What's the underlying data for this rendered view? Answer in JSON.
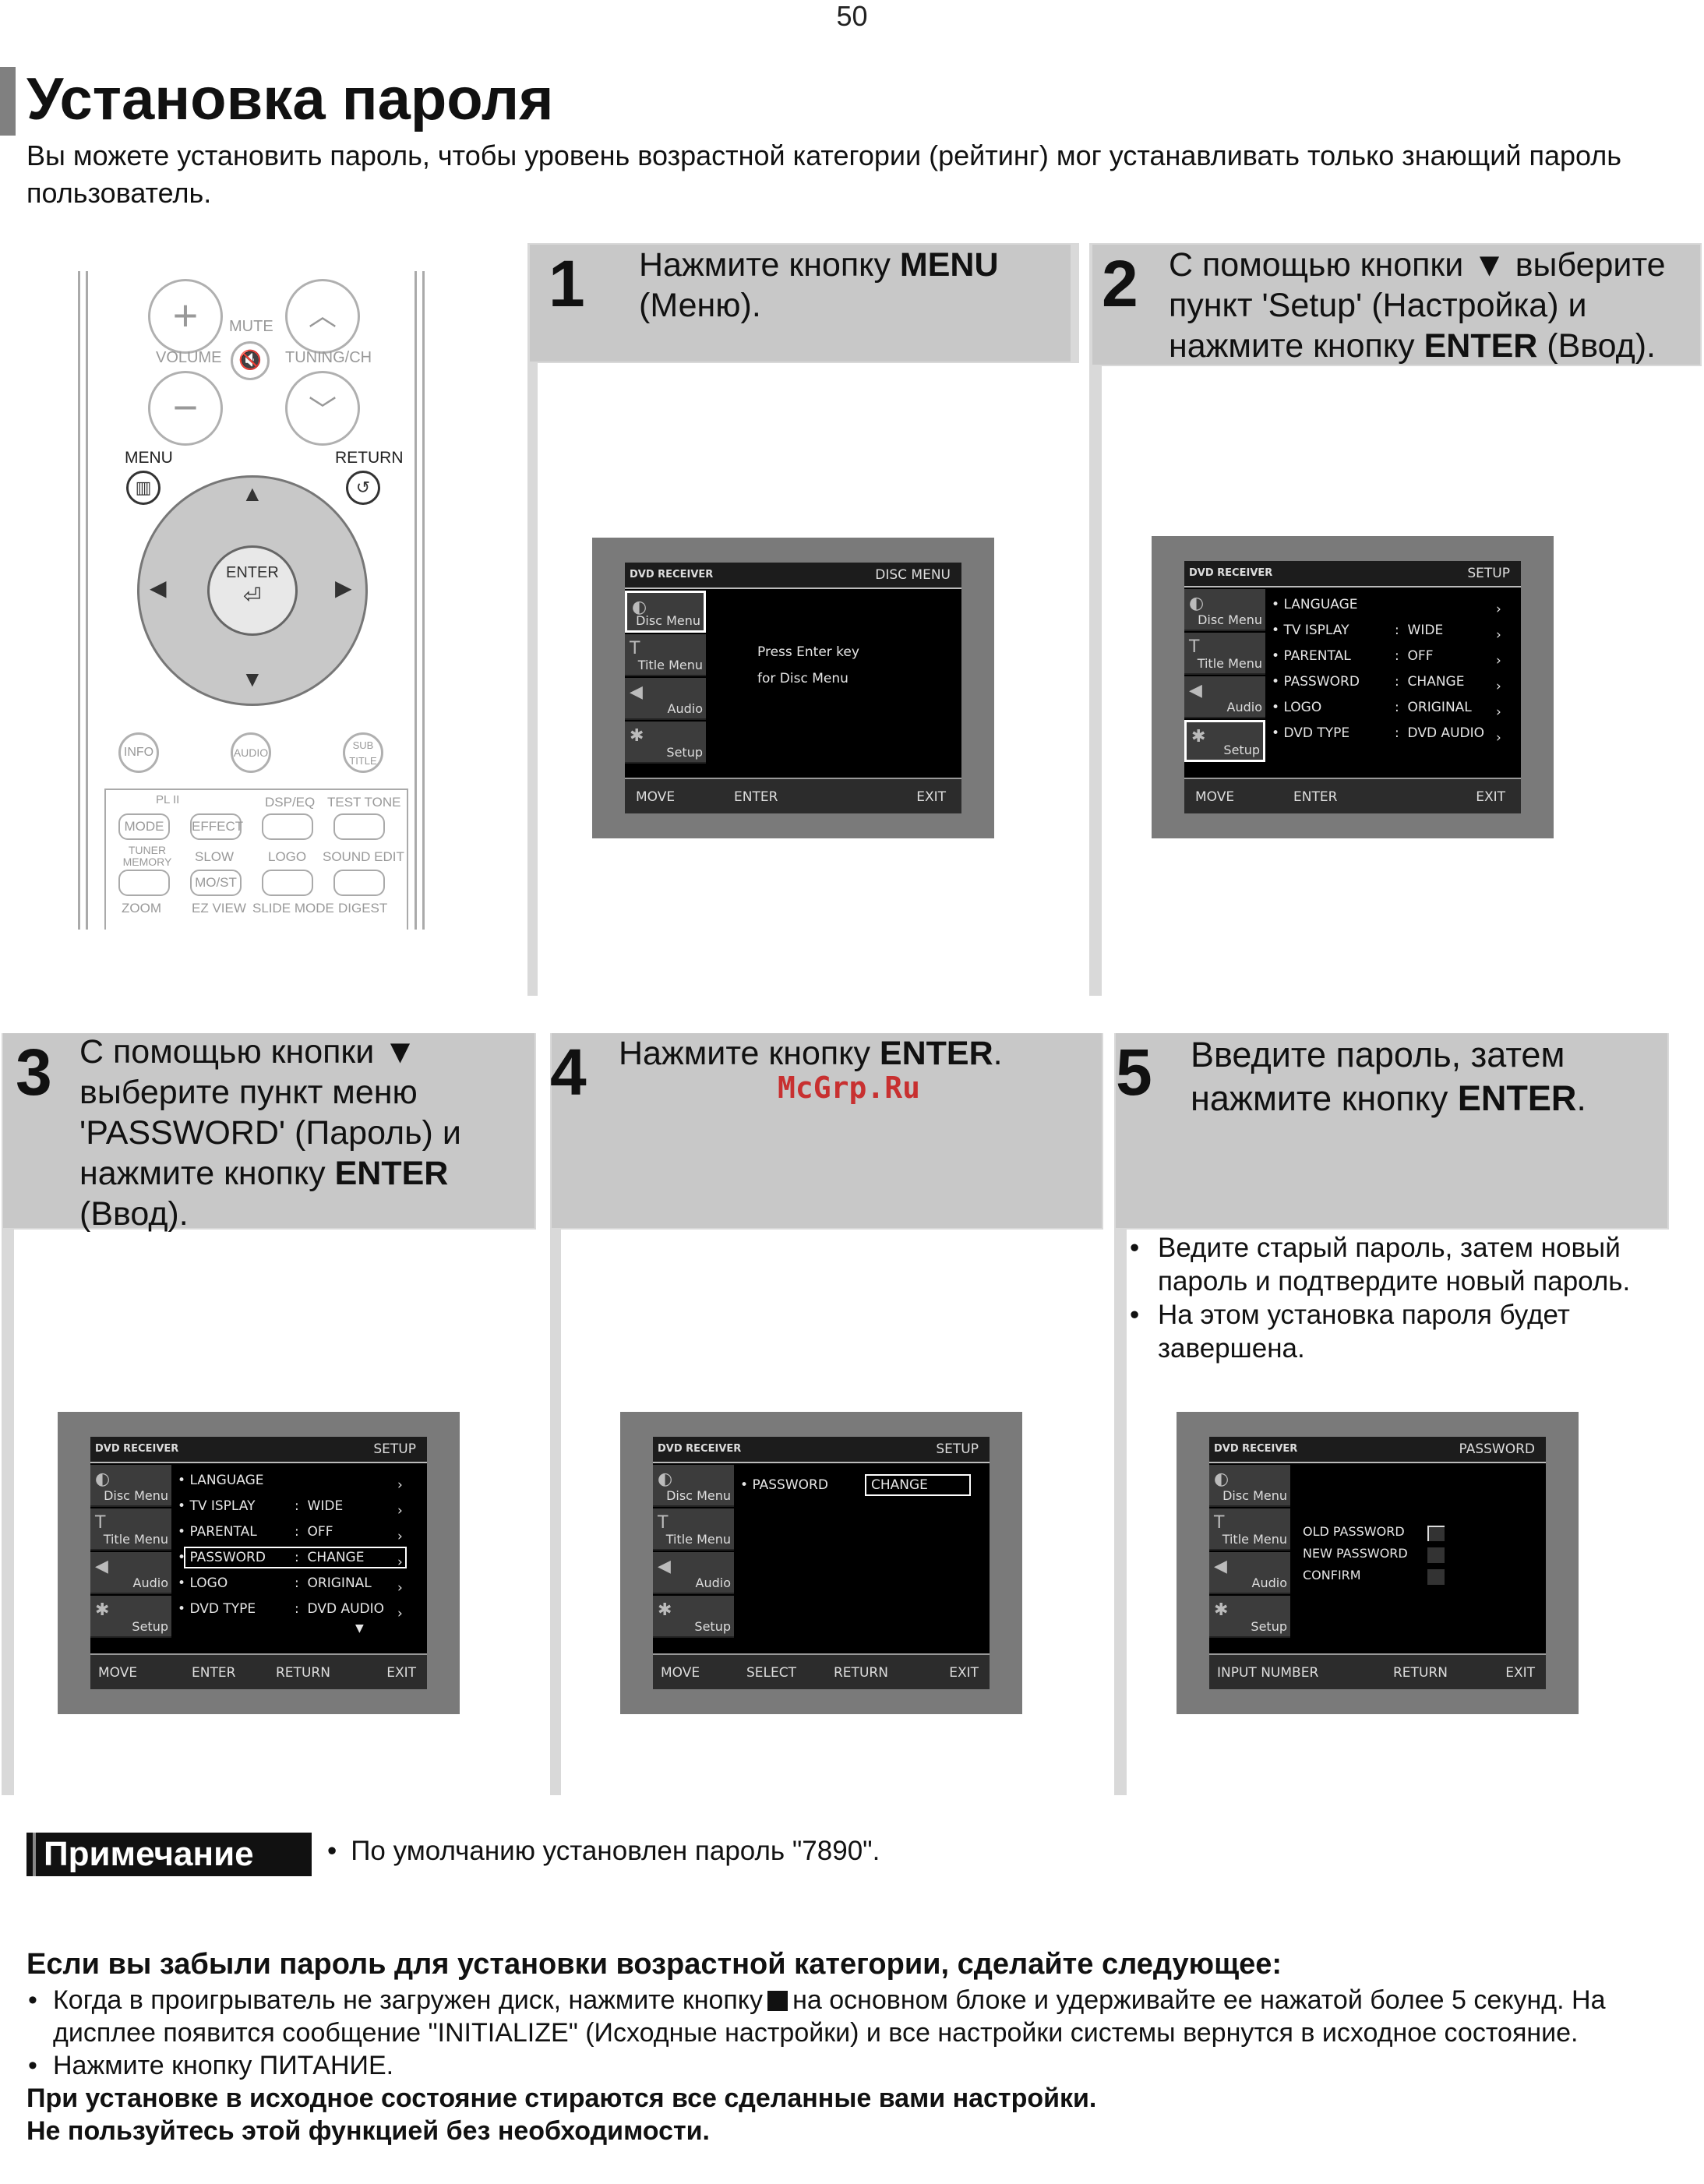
{
  "page_number": "50",
  "title": "Установка пароля",
  "intro": "Вы можете установить пароль, чтобы уровень возрастной категории (рейтинг) мог устанавливать только знающий пароль пользователь.",
  "steps": [
    {
      "num": "1",
      "pre": "Нажмите кнопку ",
      "bold": "MENU",
      "post": " (Меню)."
    },
    {
      "num": "2",
      "pre": "С помощью кнопки ▼ выберите пункт 'Setup' (Настройка) и нажмите кнопку ",
      "bold": "ENTER",
      "post": " (Ввод)."
    },
    {
      "num": "3",
      "pre": "С помощью кнопки ▼ выберите пункт меню 'PASSWORD' (Пароль) и нажмите кнопку ",
      "bold": "ENTER",
      "post": " (Ввод)."
    },
    {
      "num": "4",
      "pre": "Нажмите кнопку ",
      "bold": "ENTER",
      "post": "."
    },
    {
      "num": "5",
      "pre": "Введите пароль, затем нажмите кнопку ",
      "bold": "ENTER",
      "post": "."
    }
  ],
  "step5_bullets": [
    "Ведите старый пароль, затем новый пароль и подтвердите новый пароль.",
    "На этом установка пароля будет завершена."
  ],
  "watermark": "McGrp.Ru",
  "osd": {
    "brand": "DVD RECEIVER",
    "side": [
      "Disc Menu",
      "Title Menu",
      "Audio",
      "Setup"
    ],
    "screen1": {
      "title": "DISC MENU",
      "line1": "Press Enter key",
      "line2": "for Disc Menu",
      "bottom": [
        "MOVE",
        "ENTER",
        "EXIT"
      ]
    },
    "setup_title": "SETUP",
    "setup_rows": [
      {
        "name": "LANGUAGE",
        "value": ""
      },
      {
        "name": "TV  ISPLAY",
        "value": "WIDE"
      },
      {
        "name": "PARENTAL",
        "value": "OFF"
      },
      {
        "name": "PASSWORD",
        "value": "CHANGE"
      },
      {
        "name": "LOGO",
        "value": "ORIGINAL"
      },
      {
        "name": "DVD TYPE",
        "value": "DVD AUDIO"
      }
    ],
    "bottom2": [
      "MOVE",
      "ENTER",
      "EXIT"
    ],
    "bottom3": [
      "MOVE",
      "ENTER",
      "RETURN",
      "EXIT"
    ],
    "screen4": {
      "row": "PASSWORD",
      "value": "CHANGE",
      "bottom": [
        "MOVE",
        "SELECT",
        "RETURN",
        "EXIT"
      ]
    },
    "screen5": {
      "title": "PASSWORD",
      "rows": [
        "OLD PASSWORD",
        "NEW PASSWORD",
        "CONFIRM"
      ],
      "bottom": [
        "INPUT NUMBER",
        "RETURN",
        "EXIT"
      ]
    }
  },
  "remote": {
    "mute": "MUTE",
    "volume": "VOLUME",
    "tuning": "TUNING/CH",
    "menu": "MENU",
    "return": "RETURN",
    "enter": "ENTER",
    "info": "INFO",
    "audio": "AUDIO",
    "sub": "SUB TITLE",
    "pl2": "PL II",
    "row1": [
      "MODE",
      "EFFECT",
      "DSP/EQ",
      "TEST TONE"
    ],
    "row2": [
      "TUNER MEMORY",
      "SLOW",
      "LOGO",
      "SOUND EDIT"
    ],
    "mo_st": "MO/ST",
    "row3": [
      "ZOOM",
      "EZ VIEW",
      "SLIDE MODE",
      "DIGEST"
    ]
  },
  "note": {
    "badge": "Примечание",
    "text": "По умолчанию установлен пароль \"7890\"."
  },
  "forgot": {
    "title": "Если вы забыли пароль для установки возрастной категории, сделайте следующее:",
    "b1_pre": "Когда в проигрыватель не загружен диск, нажмите кнопку",
    "b1_post": "на основном блоке и удерживайте ее нажатой более 5 секунд. На дисплее появится сообщение \"INITIALIZE\" (Исходные настройки) и все настройки системы вернутся в исходное состояние.",
    "b2": "Нажмите кнопку ПИТАНИЕ.",
    "warn1": "При установке в исходное состояние стираются все сделанные вами настройки.",
    "warn2": "Не пользуйтесь этой функцией без необходимости."
  }
}
